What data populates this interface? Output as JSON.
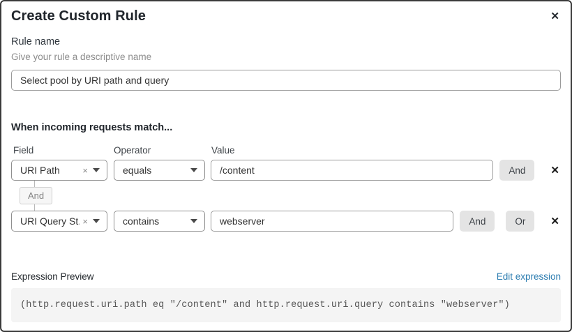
{
  "dialog": {
    "title": "Create Custom Rule"
  },
  "icons": {
    "close": "✕",
    "remove": "✕",
    "clear": "×"
  },
  "rule_name": {
    "label": "Rule name",
    "helper": "Give your rule a descriptive name",
    "value": "Select pool by URI path and query"
  },
  "match": {
    "heading": "When incoming requests match...",
    "labels": {
      "field": "Field",
      "operator": "Operator",
      "value": "Value"
    },
    "connector_label": "And",
    "rows": [
      {
        "field": "URI Path",
        "operator": "equals",
        "value": "/content",
        "and_label": "And"
      },
      {
        "field": "URI Query St...",
        "operator": "contains",
        "value": "webserver",
        "and_label": "And",
        "or_label": "Or"
      }
    ]
  },
  "expression": {
    "label": "Expression Preview",
    "edit_link": "Edit expression",
    "preview": "(http.request.uri.path eq \"/content\" and http.request.uri.query contains \"webserver\")"
  },
  "colors": {
    "link_blue": "#2b7cb0",
    "button_gray": "#e4e4e4",
    "code_bg": "#f4f4f4"
  }
}
